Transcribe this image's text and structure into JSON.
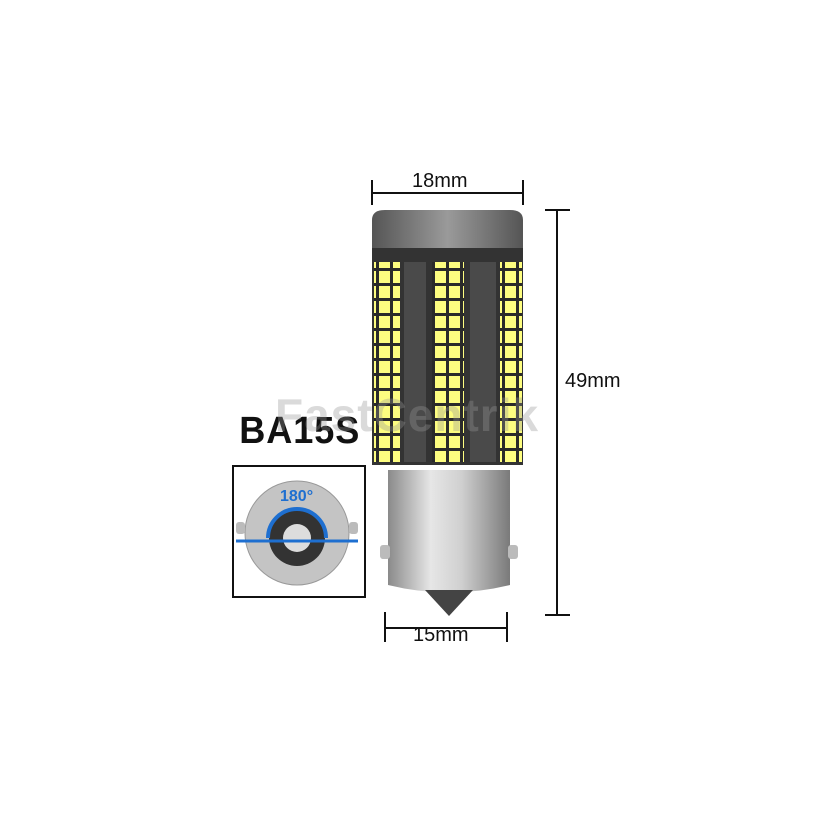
{
  "product": {
    "base_type": "BA15S",
    "pin_angle": "180°",
    "dimensions": {
      "width_top": "18mm",
      "height": "49mm",
      "width_base": "15mm"
    },
    "watermark": "FastCentrik"
  },
  "colors": {
    "accent": "#1e6fd0",
    "led": "#fbfb6a",
    "base": "#c8c8c8"
  }
}
